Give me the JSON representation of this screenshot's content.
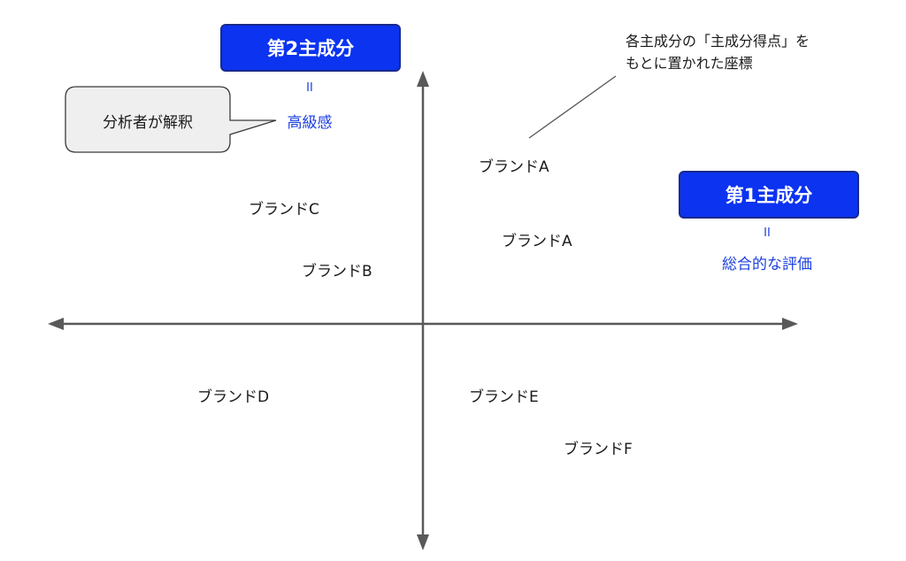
{
  "axes": {
    "second_component": {
      "label": "第2主成分",
      "equals": "II",
      "meaning": "高級感"
    },
    "first_component": {
      "label": "第1主成分",
      "equals": "II",
      "meaning": "総合的な評価"
    }
  },
  "callout": {
    "text": "分析者が解釈"
  },
  "annotation": {
    "line1": "各主成分の「主成分得点」を",
    "line2": "もとに置かれた座標"
  },
  "brands": {
    "a1": "ブランドA",
    "a2": "ブランドA",
    "b": "ブランドB",
    "c": "ブランドC",
    "d": "ブランドD",
    "e": "ブランドE",
    "f": "ブランドF"
  },
  "colors": {
    "accent_blue": "#0b33f0",
    "meaning_text_blue": "#1c3fe0",
    "axis_gray": "#595959",
    "callout_fill": "#efefef"
  }
}
